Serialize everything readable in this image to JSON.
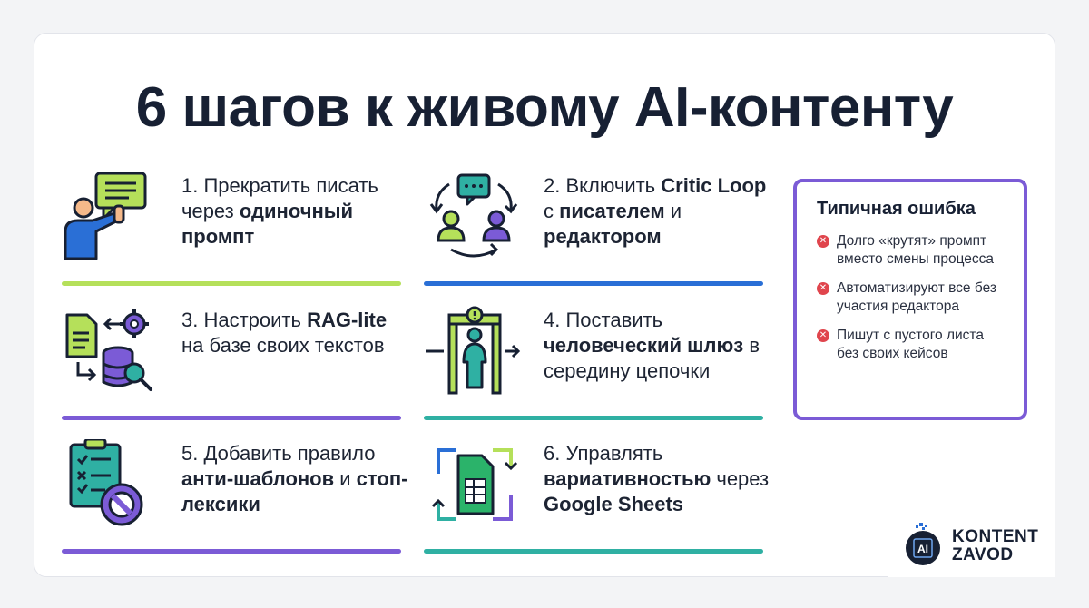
{
  "title": "6 шагов к живому AI-контенту",
  "steps": [
    {
      "id": 1,
      "parts": [
        {
          "t": "1. Прекратить писать через ",
          "b": false
        },
        {
          "t": "одиночный промпт",
          "b": true
        }
      ],
      "bar_color": "#b5e05a"
    },
    {
      "id": 2,
      "parts": [
        {
          "t": "2. Включить ",
          "b": false
        },
        {
          "t": "Critic Loop",
          "b": true
        },
        {
          "t": " с ",
          "b": false
        },
        {
          "t": "писателем",
          "b": true
        },
        {
          "t": " и ",
          "b": false
        },
        {
          "t": "редактором",
          "b": true
        }
      ],
      "bar_color": "#2a6fd6"
    },
    {
      "id": 3,
      "parts": [
        {
          "t": "3. Настроить ",
          "b": false
        },
        {
          "t": "RAG-lite",
          "b": true
        },
        {
          "t": " на базе своих текстов",
          "b": false
        }
      ],
      "bar_color": "#7b5bd6"
    },
    {
      "id": 4,
      "parts": [
        {
          "t": "4. Поставить ",
          "b": false
        },
        {
          "t": "человеческий шлюз",
          "b": true
        },
        {
          "t": " в середину цепочки",
          "b": false
        }
      ],
      "bar_color": "#2fb0a3"
    },
    {
      "id": 5,
      "parts": [
        {
          "t": "5. Добавить правило ",
          "b": false
        },
        {
          "t": "анти-шаблонов",
          "b": true
        },
        {
          "t": " и ",
          "b": false
        },
        {
          "t": "стоп-лексики",
          "b": true
        }
      ],
      "bar_color": "#7b5bd6"
    },
    {
      "id": 6,
      "parts": [
        {
          "t": "6. Управлять ",
          "b": false
        },
        {
          "t": "вариативностью",
          "b": true
        },
        {
          "t": " через ",
          "b": false
        },
        {
          "t": "Google Sheets",
          "b": true
        }
      ],
      "bar_color": "#2fb0a3"
    }
  ],
  "panel": {
    "title": "Типичная ошибка",
    "items": [
      "Долго «крутят» промпт вместо смены процесса",
      "Автоматизируют все без участия редактора",
      "Пишут с пустого листа без своих кейсов"
    ],
    "border_color": "#7b5bd6",
    "error_icon": "x-circle-icon"
  },
  "logo": {
    "line1": "KONTENT",
    "line2": "ZAVOD",
    "chip_label": "AI"
  },
  "colors": {
    "green": "#b5e05a",
    "blue": "#2a6fd6",
    "purple": "#7b5bd6",
    "teal": "#2fb0a3",
    "navy": "#172033"
  }
}
